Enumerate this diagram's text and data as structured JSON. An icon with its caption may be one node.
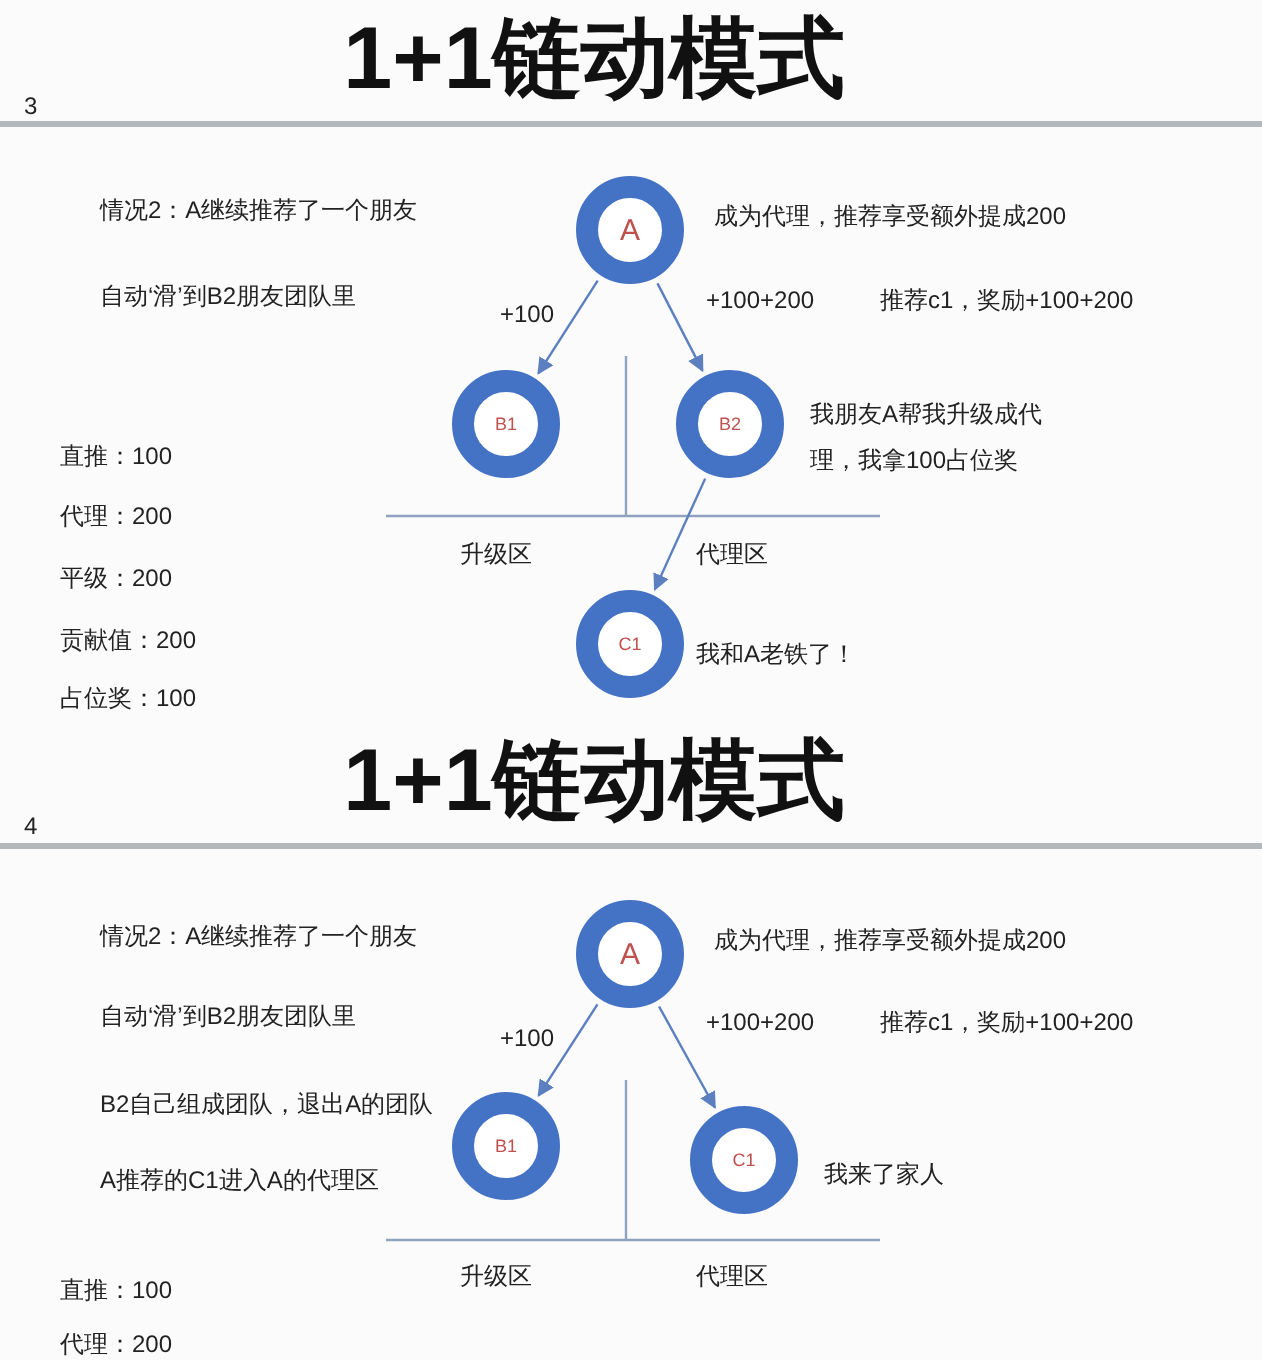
{
  "diagram": {
    "title": "1+1链动模式",
    "nodes": [
      {
        "text": [
          "A"
        ],
        "beside": [
          "成为代理，推荐享受额外提成200"
        ]
      },
      {
        "text": [
          "B1"
        ]
      },
      {
        "text": [
          "B2"
        ],
        "beside": [
          "我朋友A帮我升级成代理，我拿100占位奖"
        ]
      },
      {
        "text": [
          "C1"
        ],
        "beside": [
          "我和A老铁了！"
        ]
      },
      {
        "text": [
          "A"
        ],
        "beside": [
          "成为代理，推荐享受额外提成200"
        ]
      },
      {
        "text": [
          "B1"
        ]
      },
      {
        "text": [
          "C1"
        ],
        "beside": [
          "我来了家人"
        ]
      }
    ],
    "edges": [
      {
        "from": 0,
        "to": 1,
        "arrow": "to",
        "label": "+100"
      },
      {
        "from": 0,
        "to": 2,
        "arrow": "to",
        "label": "+100+200"
      },
      {
        "from": 2,
        "to": 3,
        "arrow": "to"
      },
      {
        "from": 4,
        "to": 5,
        "arrow": "to",
        "label": "+100"
      },
      {
        "from": 4,
        "to": 6,
        "arrow": "to",
        "label": "+100+200"
      }
    ],
    "labels": [
      "3",
      "情况2：A继续推荐了一个朋友",
      "自动‘滑’到B2朋友团队里",
      "推荐c1，奖励+100+200",
      "直推：100",
      "代理：200",
      "平级：200",
      "贡献值：200",
      "占位奖：100",
      "升级区",
      "代理区",
      "1+1链动模式",
      "4",
      "情况2：A继续推荐了一个朋友",
      "自动‘滑’到B2朋友团队里",
      "推荐c1，奖励+100+200",
      "B2自己组成团队，退出A的团队",
      "A推荐的C1进入A的代理区",
      "直推：100",
      "代理：200",
      "升级区",
      "代理区"
    ]
  }
}
